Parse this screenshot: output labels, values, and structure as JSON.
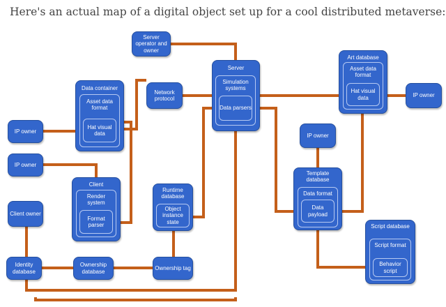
{
  "caption": "Here's an actual map of a digital object set up for a cool distributed metaverse:",
  "colors": {
    "box": "#3366cc",
    "box_border": "#254f9e",
    "inner_border": "#b6c9f2",
    "link": "#c45f1a",
    "text": "#ffffff"
  },
  "nodes": {
    "server_operator": "Server operator and owner",
    "server": "Server",
    "simulation_systems": "Simulation systems",
    "data_parsers": "Data parsers",
    "network_protocol": "Network protocol",
    "data_container": "Data container",
    "asset_data_format_container": "Asset data format",
    "hat_visual_data_container": "Hat visual data",
    "ip_owner_left_1": "IP owner",
    "ip_owner_left_2": "IP owner",
    "client": "Client",
    "render_system": "Render system",
    "format_parser": "Format parser",
    "client_owner": "Client owner",
    "runtime_database": "Runtime database",
    "object_instance_state": "Object instance state",
    "identity_database": "Identity database",
    "ownership_database": "Ownership database",
    "ownership_tag": "Ownership tag",
    "art_database": "Art database",
    "asset_data_format_art": "Asset data format",
    "hat_visual_data_art": "Hat visual data",
    "ip_owner_right": "IP owner",
    "ip_owner_template": "IP owner",
    "template_database": "Template database",
    "data_format": "Data format",
    "data_payload": "Data payload",
    "script_database": "Script database",
    "script_format": "Script format",
    "behavior_script": "Behavior script"
  }
}
